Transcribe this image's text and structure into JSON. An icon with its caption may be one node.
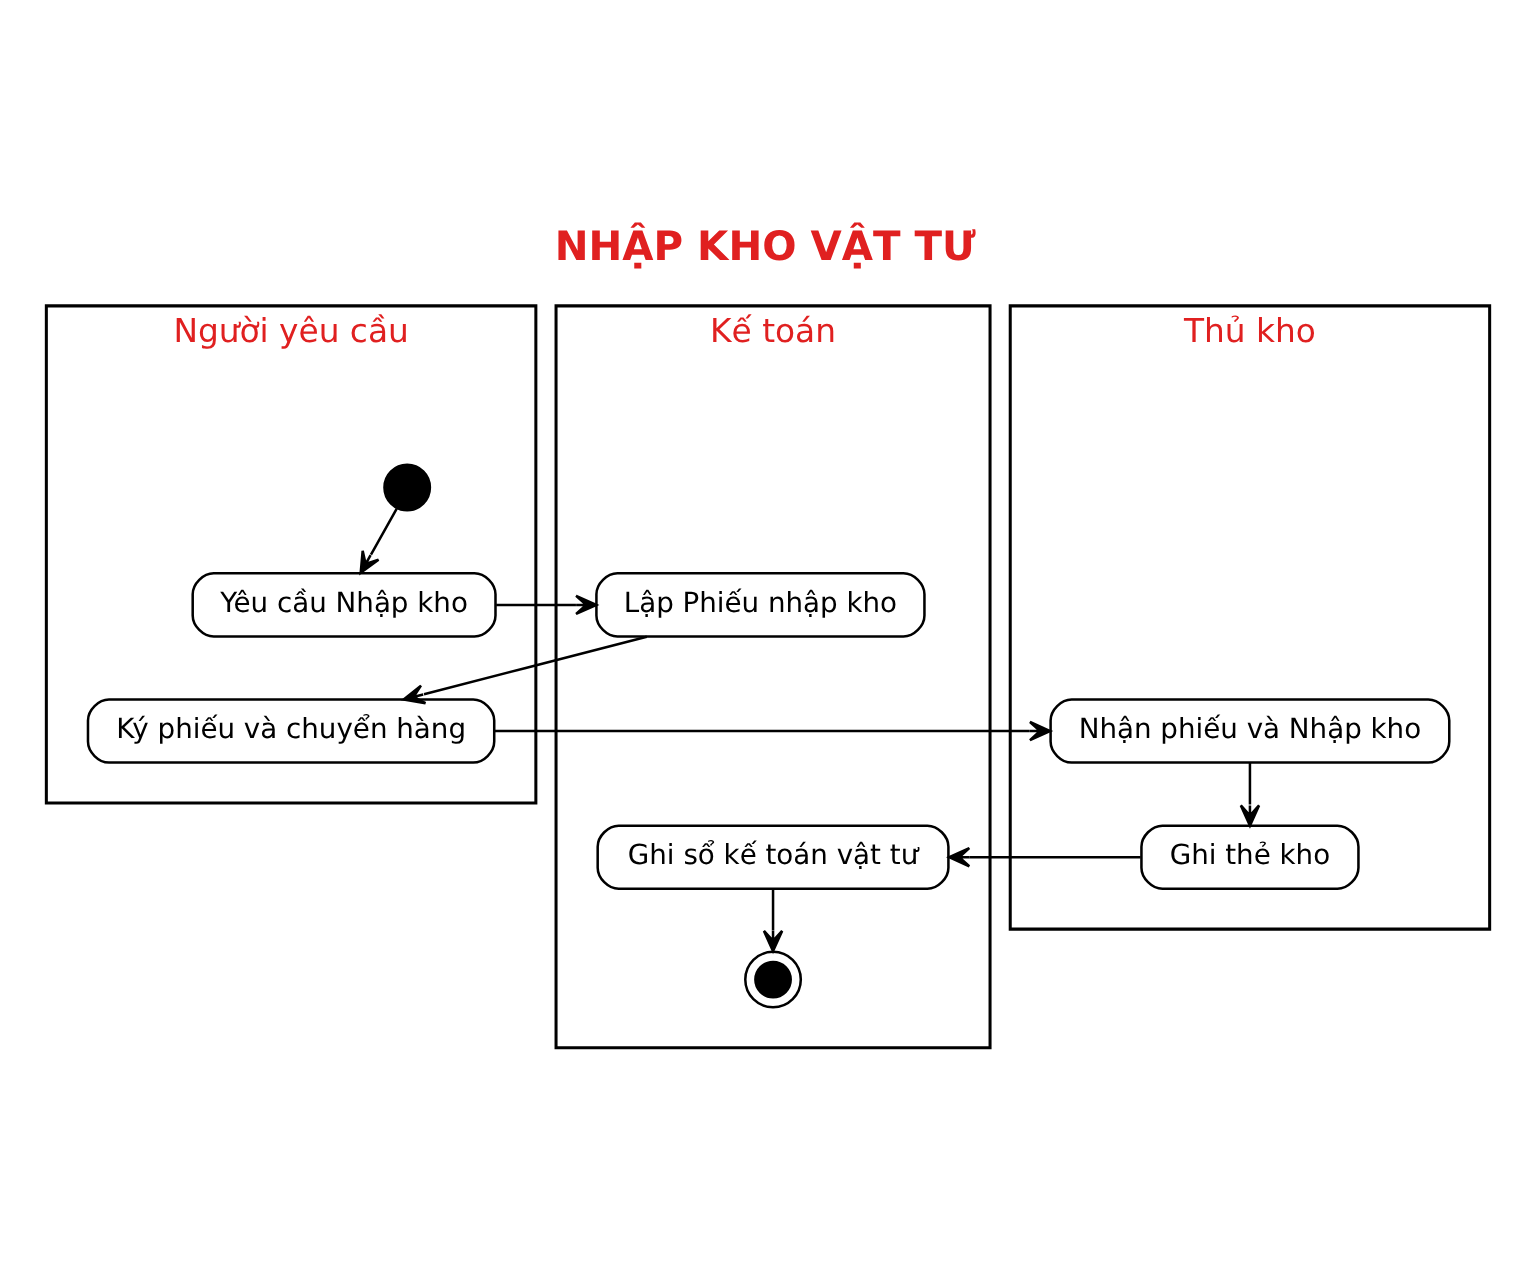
{
  "diagram": {
    "title": "NHẬP KHO VẬT TƯ",
    "nodes": [
      {
        "text": [
          "Người yêu cầu"
        ]
      },
      {
        "text": [
          "Kế toán"
        ]
      },
      {
        "text": [
          "Thủ kho"
        ]
      },
      {
        "text": [],
        "shape": "circle",
        "in": 0
      },
      {
        "text": [
          "Yêu cầu Nhập kho"
        ],
        "in": 0
      },
      {
        "text": [
          "Lập Phiếu nhập kho"
        ],
        "in": 1
      },
      {
        "text": [
          "Ký phiếu và chuyển hàng"
        ],
        "in": 0
      },
      {
        "text": [
          "Nhận phiếu và Nhập kho"
        ],
        "in": 2
      },
      {
        "text": [
          "Ghi thẻ kho"
        ],
        "in": 2
      },
      {
        "text": [
          "Ghi sổ kế toán vật tư"
        ],
        "in": 1
      },
      {
        "text": [],
        "shape": "bullseye",
        "in": 1
      }
    ],
    "edges": [
      {
        "from": 3,
        "to": 4,
        "arrow": "to"
      },
      {
        "from": 4,
        "to": 5,
        "arrow": "to"
      },
      {
        "from": 5,
        "to": 6,
        "arrow": "to"
      },
      {
        "from": 6,
        "to": 7,
        "arrow": "to"
      },
      {
        "from": 7,
        "to": 8,
        "arrow": "to"
      },
      {
        "from": 8,
        "to": 9,
        "arrow": "to"
      },
      {
        "from": 9,
        "to": 10,
        "arrow": "to"
      }
    ]
  }
}
